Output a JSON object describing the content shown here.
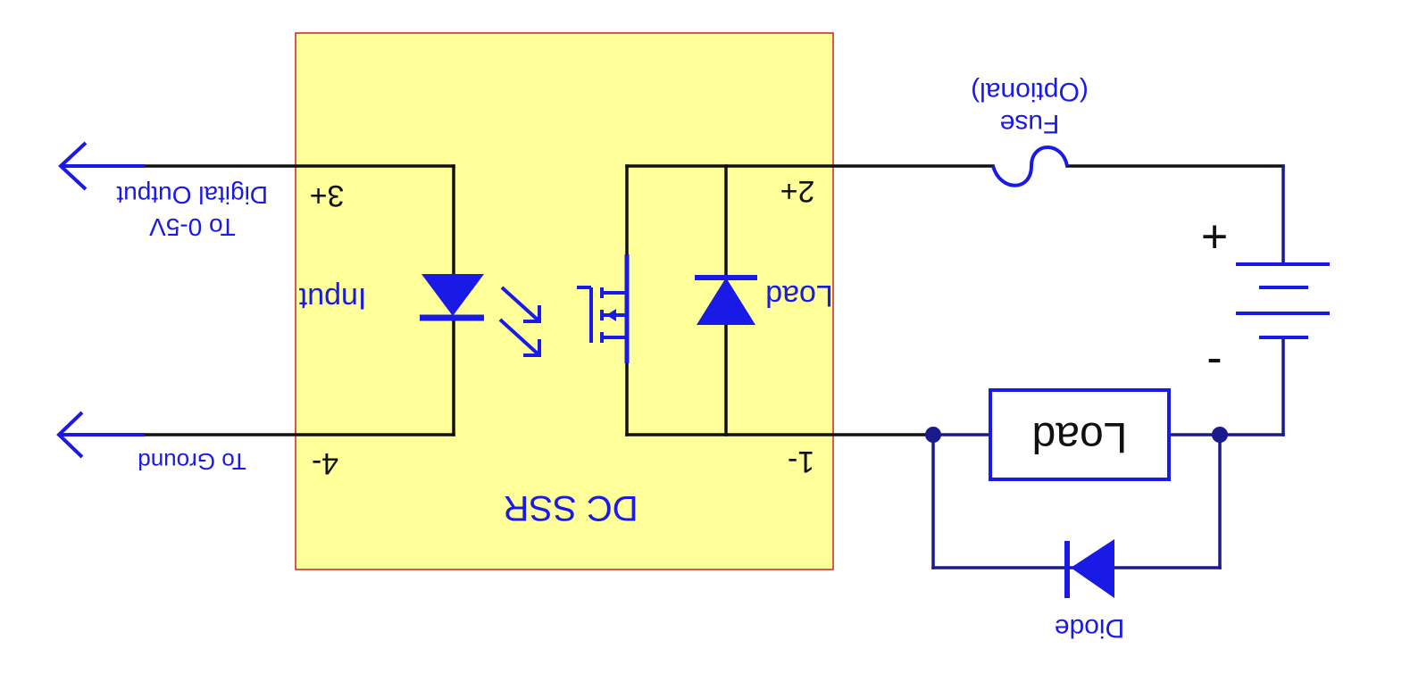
{
  "module": {
    "title": "DC SSR",
    "input_label": "Input",
    "load_label": "Load"
  },
  "terminals": {
    "t1": "1-",
    "t2": "2+",
    "t3": "3+",
    "t4": "4-"
  },
  "signals": {
    "digital_output_line1": "Digital Output",
    "digital_output_line2": "To 0-5V",
    "ground": "To Ground"
  },
  "external": {
    "fuse_line1": "Fuse",
    "fuse_line2": "(Optional)",
    "battery_plus": "+",
    "battery_minus": "-",
    "load_box": "Load",
    "diode": "Diode"
  },
  "colors": {
    "module_fill": "#ffff99",
    "module_border": "#cc2222",
    "wire_dark": "#111111",
    "wire_navy": "#1a1a8c",
    "component_blue": "#1a1ae6"
  }
}
